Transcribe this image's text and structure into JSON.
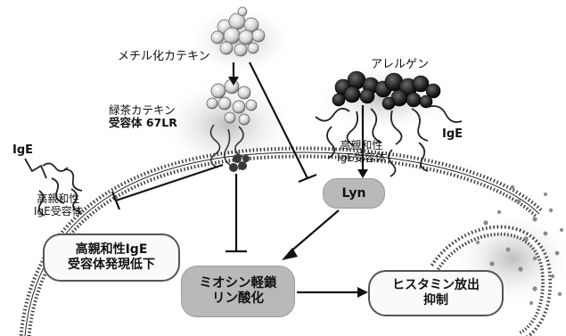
{
  "labels": {
    "methyl_catechin": "メチル化カテキン",
    "allergen": "アレルゲン",
    "receptor_line1": "緑茶カテキン",
    "receptor_line2": "受容体 67LR",
    "ige_left": "IgE",
    "ige_right": "IgE",
    "fceri_left_line1": "高親和性",
    "fceri_left_line2": "IgE受容体",
    "fceri_right_line1": "高親和性",
    "fceri_right_line2": "IgE受容体"
  },
  "boxes": {
    "lyn": "Lyn",
    "expr_line1": "高親和性IgE",
    "expr_line2": "受容体発現低下",
    "mlc_line1": "ミオシン軽鎖",
    "mlc_line2": "リン酸化",
    "hist_line1": "ヒスタミン放出",
    "hist_line2": "抑制"
  }
}
